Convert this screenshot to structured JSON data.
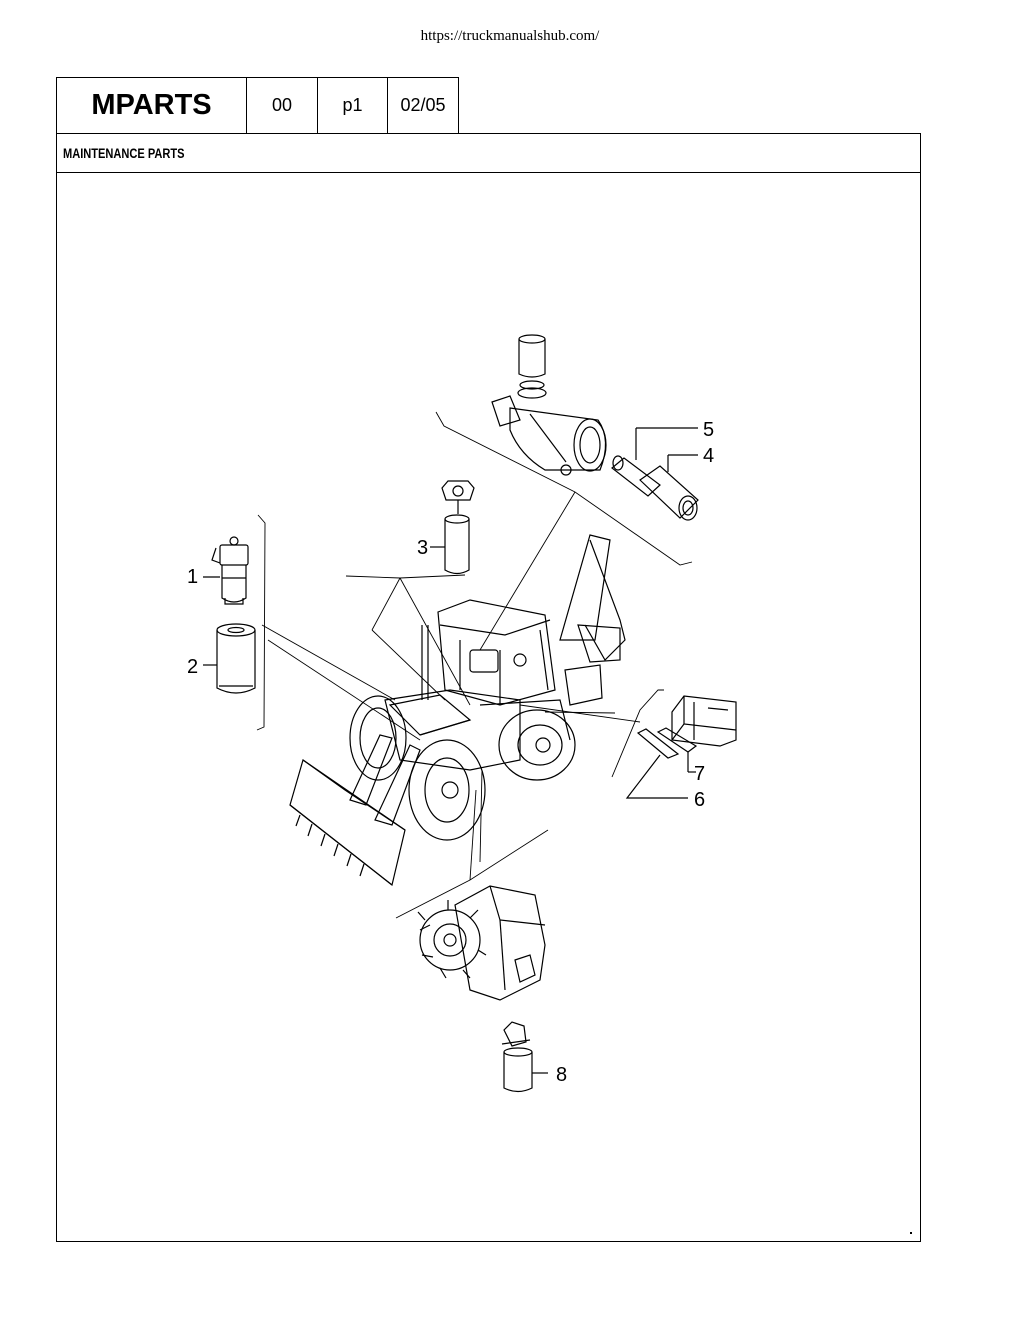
{
  "url": "https://truckmanualshub.com/",
  "header": {
    "title": "MPARTS",
    "section_code": "00",
    "page": "p1",
    "date": "02/05"
  },
  "section": {
    "title": "MAINTENANCE PARTS"
  },
  "callouts": {
    "c1": "1",
    "c2": "2",
    "c3": "3",
    "c4": "4",
    "c5": "5",
    "c6": "6",
    "c7": "7",
    "c8": "8"
  }
}
